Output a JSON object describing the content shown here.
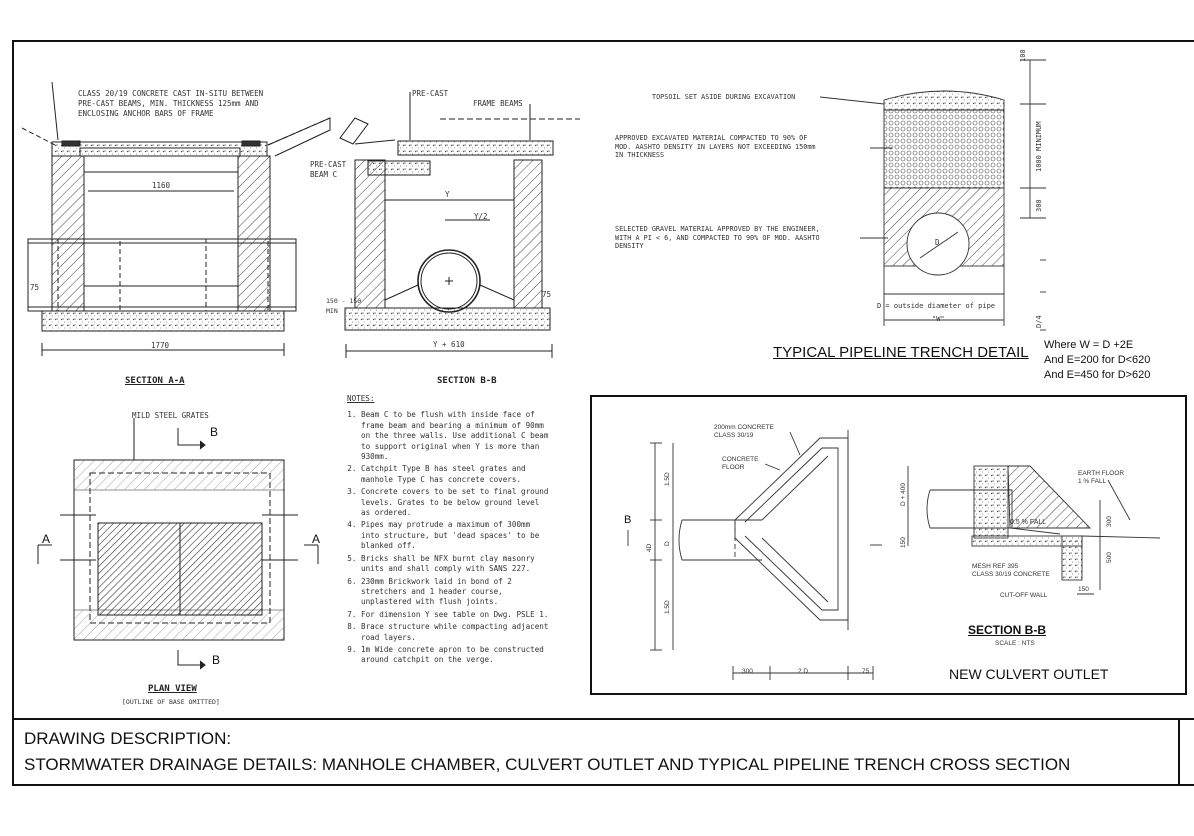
{
  "section_aa": {
    "note": "CLASS 20/19 CONCRETE CAST IN-SITU BETWEEN\nPRE-CAST BEAMS, MIN. THICKNESS 125mm AND\nENCLOSING ANCHOR BARS OF FRAME",
    "dim_inner": "1160",
    "dim_outer": "1770",
    "dim_side": "75",
    "title": "SECTION A-A"
  },
  "section_bb": {
    "precast": "PRE-CAST",
    "frame_beams": "FRAME BEAMS",
    "precast_beam_c": "PRE-CAST\nBEAM C",
    "dim_y": "Y",
    "dim_y2": "Y/2",
    "dim_min": "150 - 150\nMIN",
    "dim_75": "75",
    "dim_total": "Y + 610",
    "title": "SECTION B-B"
  },
  "plan_view": {
    "grates": "MILD STEEL GRATES",
    "marker_b": "B",
    "marker_a": "A",
    "title": "PLAN VIEW",
    "subtitle": "[OUTLINE OF BASE OMITTED]"
  },
  "notes": {
    "heading": "NOTES:",
    "items": [
      "Beam C to be flush with inside face of frame beam and bearing a minimum of 90mm on the three walls. Use additional C beam to support original when Y is more than 930mm.",
      "Catchpit Type B has steel grates and manhole Type C has concrete covers.",
      "Concrete covers to be set to final ground levels. Grates to be below ground level as ordered.",
      "Pipes may protrude a maximum of 300mm into structure, but 'dead spaces' to be blanked off.",
      "Bricks shall be NFX burnt clay masonry units and shall comply with SANS 227.",
      "230mm Brickwork laid in bond of 2 stretchers and 1 header course, unplastered with flush joints.",
      "For dimension Y see table on Dwg. PSLE 1.",
      "Brace structure while compacting adjacent road layers.",
      "1m Wide concrete apron to be constructed around catchpit on the verge."
    ]
  },
  "trench": {
    "topsoil": "TOPSOIL SET ASIDE DURING EXCAVATION",
    "backfill": "APPROVED EXCAVATED MATERIAL COMPACTED TO 90% OF\nMOD. AASHTO DENSITY IN LAYERS NOT EXCEEDING 150mm\nIN THICKNESS",
    "bedding": "SELECTED GRAVEL MATERIAL APPROVED BY THE ENGINEER,\nWITH A PI < 6, AND COMPACTED TO 90% OF MOD. AASHTO\nDENSITY",
    "d_label": "D",
    "d_note": "D = outside diameter of pipe",
    "w_label": "\"W\"",
    "dim_100": "100",
    "dim_1000": "1000 MINIMUM",
    "dim_300": "300",
    "dim_d4": "D/4",
    "title": "TYPICAL PIPELINE TRENCH DETAIL",
    "formula": [
      "Where W = D +2E",
      "And E=200 for D<620",
      "And E=450 for D>620"
    ]
  },
  "culvert": {
    "concrete_label": "200mm CONCRETE\nCLASS 30/19",
    "floor_label": "CONCRETE\nFLOOR",
    "marker_b": "B",
    "dim_15d_top": "1.5D",
    "dim_4d": "4D",
    "dim_d": "D",
    "dim_15d_bot": "1.5D",
    "dim_300": "300",
    "dim_2d": "2 D",
    "dim_75": "75",
    "earth_floor": "EARTH FLOOR\n1 % FALL",
    "fall": "0.5 % FALL",
    "d400": "D + 400",
    "dim_150": "150",
    "dim_300_r": "300",
    "dim_500": "500",
    "mesh": "MESH REF 395\nCLASS 30/19 CONCRETE",
    "cutoff": "CUT-OFF WALL",
    "dim_150b": "150",
    "section_title": "SECTION B-B",
    "scale": "SCALE : NTS",
    "title": "NEW CULVERT OUTLET"
  },
  "description": {
    "label": "DRAWING DESCRIPTION:",
    "text": "STORMWATER DRAINAGE DETAILS: MANHOLE CHAMBER, CULVERT OUTLET AND TYPICAL PIPELINE TRENCH CROSS SECTION"
  }
}
